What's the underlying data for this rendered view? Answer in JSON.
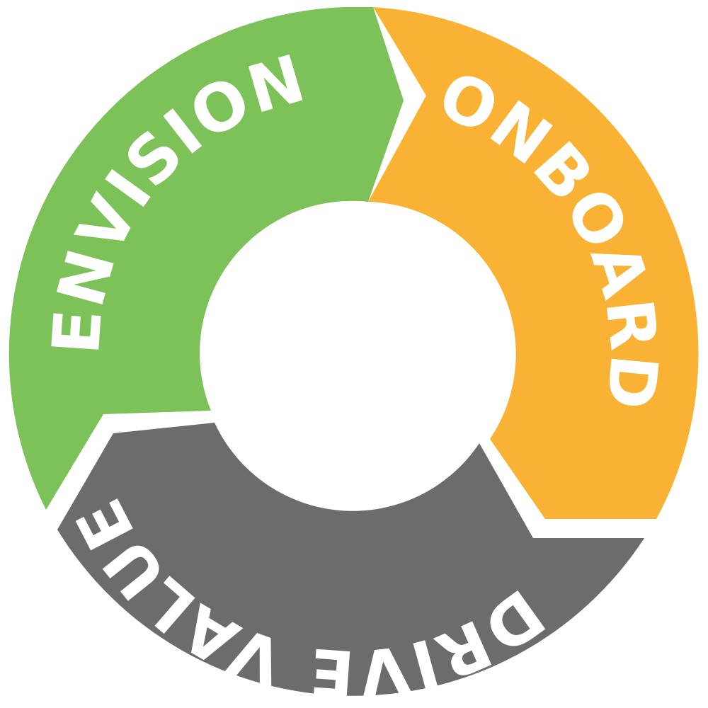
{
  "segments": [
    {
      "label": "ENVISION",
      "color": "#7cc258"
    },
    {
      "label": "ONBOARD",
      "color": "#f9b233"
    },
    {
      "label": "DRIVE VALUE",
      "color": "#6d6c6c"
    }
  ]
}
